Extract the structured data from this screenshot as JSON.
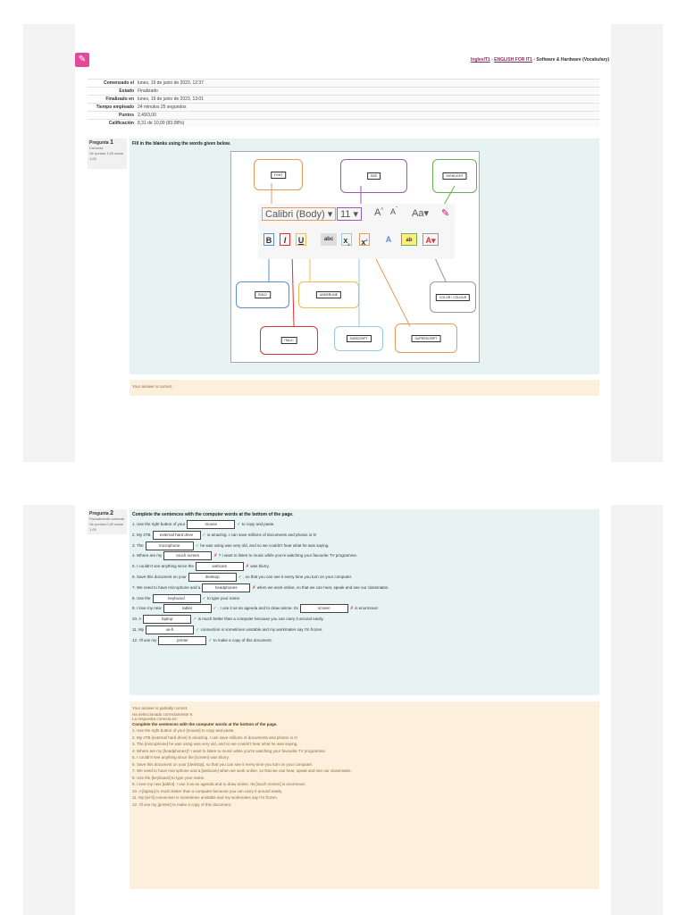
{
  "breadcrumb": {
    "home": "InglesIT1",
    "course": "ENGLISH FOR IT1",
    "current": "Software & Hardware (Vocabulary)",
    "sep": "›"
  },
  "summary": [
    {
      "k": "Comenzado el",
      "v": "lunes, 19 de junio de 2023, 12:37"
    },
    {
      "k": "Estado",
      "v": "Finalizado"
    },
    {
      "k": "Finalizado en",
      "v": "lunes, 19 de junio de 2023, 13:01"
    },
    {
      "k": "Tiempo empleado",
      "v": "24 minutos 25 segundos"
    },
    {
      "k": "Puntos",
      "v": "2,49/3,00"
    },
    {
      "k": "Calificación",
      "v": "8,31 de 10,00 (83,08%)"
    }
  ],
  "q1": {
    "label": "Pregunta",
    "num": "1",
    "status": "Correcta",
    "score": "Se puntúa 1,00 sobre 1,00",
    "text": "Fill in the blanks using the words given below.",
    "labels": {
      "font": "FONT",
      "size": "SIZE",
      "highlight": "HIGHLIGHT",
      "bold": "BOLD",
      "underline": "UNDERLINE",
      "color": "COLOR / COLOUR",
      "italic": "ITALIC",
      "subscript": "SUBSCRIPT",
      "superscript": "SUPERSCRIPT"
    },
    "toolbar": {
      "font": "Calibri (Body)",
      "size": "11",
      "b": "B",
      "i": "I",
      "u": "U",
      "abc": "abc",
      "x2": "x",
      "xs": "x",
      "aa": "Aa",
      "a": "A"
    },
    "feedback": "Your answer is correct."
  },
  "q2": {
    "label": "Pregunta",
    "num": "2",
    "status": "Parcialmente correcta",
    "score": "Se puntúa 0,49 sobre 1,00",
    "text": "Complete the sentences with the computer words at the bottom of the page.",
    "sentences": [
      {
        "pre": "1. Use the right button of your",
        "ans": "mouse",
        "mark": "✓",
        "post": "to copy and paste.",
        "ok": true
      },
      {
        "pre": "2. My 4TB",
        "ans": "external hard drive",
        "mark": "✓",
        "post": "is amazing. I can save millions of documents and photos in it!",
        "ok": true
      },
      {
        "pre": "3. The",
        "ans": "microphone",
        "mark": "✓",
        "post": "he was using was very old, and so we couldn't hear what he was saying.",
        "ok": true
      },
      {
        "pre": "4. Where are my",
        "ans": "touch screen",
        "mark": "✗",
        "post": "? I want to listen to music while you're watching your favourite TV programme.",
        "ok": false
      },
      {
        "pre": "5. I couldn't see anything since the",
        "ans": "webcam",
        "mark": "✗",
        "post": "was blurry.",
        "ok": false
      },
      {
        "pre": "6. Save this document on your",
        "ans": "desktop",
        "mark": "✓",
        "post": ", so that you can see it every time you turn on your computer.",
        "ok": true
      },
      {
        "pre": "7. We need to have microphone and a",
        "ans": "headphones",
        "mark": "✗",
        "post": "when we work online, so that we can hear, speak and see our classmates.",
        "ok": false
      },
      {
        "pre": "8. Use the",
        "ans": "keyboard",
        "mark": "✓",
        "post": "to type your name.",
        "ok": true
      },
      {
        "pre": "9. I love my new",
        "ans": "tablet",
        "mark": "✓",
        "post": ". I use it as an agenda and to draw anime. Its",
        "ans2": "screen",
        "mark2": "✗",
        "post2": "is enormous!",
        "ok": true
      },
      {
        "pre": "10. A",
        "ans": "laptop",
        "mark": "✓",
        "post": "is much better than a computer because you can carry it around easily.",
        "ok": true
      },
      {
        "pre": "11. My",
        "ans": "wi-fi",
        "mark": "✓",
        "post": "connection is sometimes unstable and my workmates say I'm frozen.",
        "ok": true
      },
      {
        "pre": "12. I'll use my",
        "ans": "printer",
        "mark": "✓",
        "post": "to make a copy of this document.",
        "ok": true
      }
    ],
    "feedback": {
      "lines": [
        "Your answer is partially correct.",
        "Ha seleccionado correctamente 9.",
        "La respuesta correcta es:"
      ],
      "title": "Complete the sentences with the computer words at the bottom of the page.",
      "answers": [
        "1. Use the right button of your [mouse] to copy and paste.",
        "2. My 4TB [external hard drive] is amazing. I can save millions of documents and photos in it!",
        "3. The [microphone] he was using was very old, and so we couldn't hear what he was saying.",
        "4. Where are my [headphones]? I want to listen to music while you're watching your favourite TV programme.",
        "5. I couldn't see anything since the [screen] was blurry.",
        "6. Save this document on your [desktop], so that you can see it every time you turn on your computer.",
        "7. We need to have microphone and a [webcam] when we work online, so that we can hear, speak and see our classmates.",
        "8. Use the [keyboard] to type your name.",
        "9. I love my new [tablet]. I use it as an agenda and to draw anime. Its [touch screen] is enormous!",
        "10. A [laptop] is much better than a computer because you can carry it around easily.",
        "11. My [wi-fi] connection is sometimes unstable and my workmates say I'm frozen.",
        "12. I'll use my [printer] to make a copy of this document."
      ]
    }
  },
  "colors": {
    "accent": "#8a2b5f",
    "badge": "#e14b9a",
    "qbg": "#e7f3f3",
    "fbbg": "#fcefdc"
  }
}
